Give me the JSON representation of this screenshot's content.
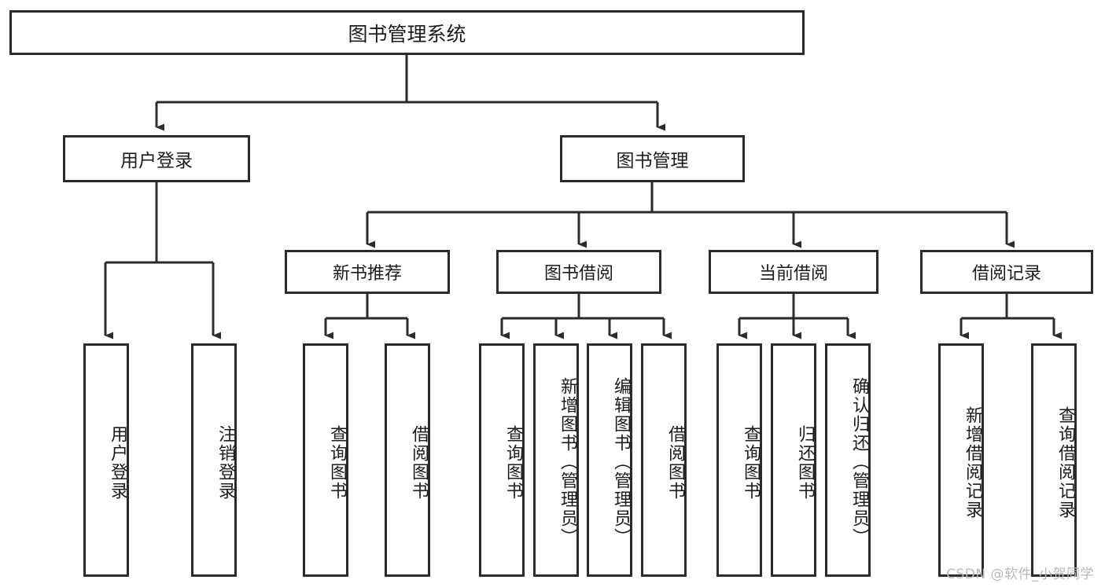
{
  "diagram": {
    "title": "图书管理系统",
    "type": "功能结构图",
    "watermark": "CSDN @软件_小贺同学",
    "style": {
      "border_color": "#2b2b2b",
      "background_color": "#ffffff",
      "text_color": "#1c1c1c",
      "watermark_color": "#b9b9b9"
    }
  },
  "nodes": {
    "root": {
      "label": "图书管理系统"
    },
    "level2": [
      {
        "id": "user-login",
        "label": "用户登录"
      },
      {
        "id": "book-manage",
        "label": "图书管理"
      }
    ],
    "level3": [
      {
        "id": "new-book-recommend",
        "label": "新书推荐"
      },
      {
        "id": "book-borrow",
        "label": "图书借阅"
      },
      {
        "id": "current-borrow",
        "label": "当前借阅"
      },
      {
        "id": "borrow-record",
        "label": "借阅记录"
      }
    ],
    "leaves": {
      "user-login": [
        {
          "id": "leaf-user-login",
          "label": "用户登录"
        },
        {
          "id": "leaf-logout-login",
          "label": "注销登录"
        }
      ],
      "new-book-recommend": [
        {
          "id": "leaf-query-book-1",
          "label": "查询图书"
        },
        {
          "id": "leaf-borrow-book-1",
          "label": "借阅图书"
        }
      ],
      "book-borrow": [
        {
          "id": "leaf-query-book-2",
          "label": "查询图书"
        },
        {
          "id": "leaf-add-book",
          "label": "新增图书（管理员）"
        },
        {
          "id": "leaf-edit-book",
          "label": "编辑图书（管理员）"
        },
        {
          "id": "leaf-borrow-book-2",
          "label": "借阅图书"
        }
      ],
      "current-borrow": [
        {
          "id": "leaf-query-book-3",
          "label": "查询图书"
        },
        {
          "id": "leaf-return-book",
          "label": "归还图书"
        },
        {
          "id": "leaf-confirm-return",
          "label": "确认归还（管理员）"
        }
      ],
      "borrow-record": [
        {
          "id": "leaf-add-record",
          "label": "新增借阅记录"
        },
        {
          "id": "leaf-query-record",
          "label": "查询借阅记录"
        }
      ]
    }
  }
}
